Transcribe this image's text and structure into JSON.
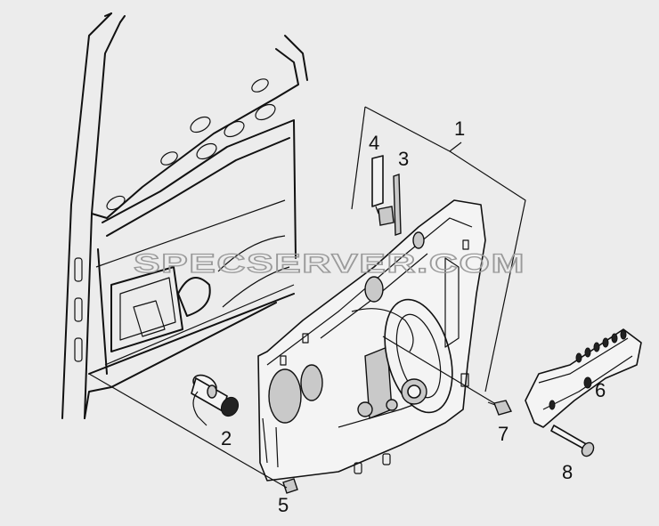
{
  "watermark": "SPECSERVER.COM",
  "callouts": {
    "c1": "1",
    "c2": "2",
    "c3": "3",
    "c4": "4",
    "c5": "5",
    "c6": "6",
    "c7": "7",
    "c8": "8"
  }
}
